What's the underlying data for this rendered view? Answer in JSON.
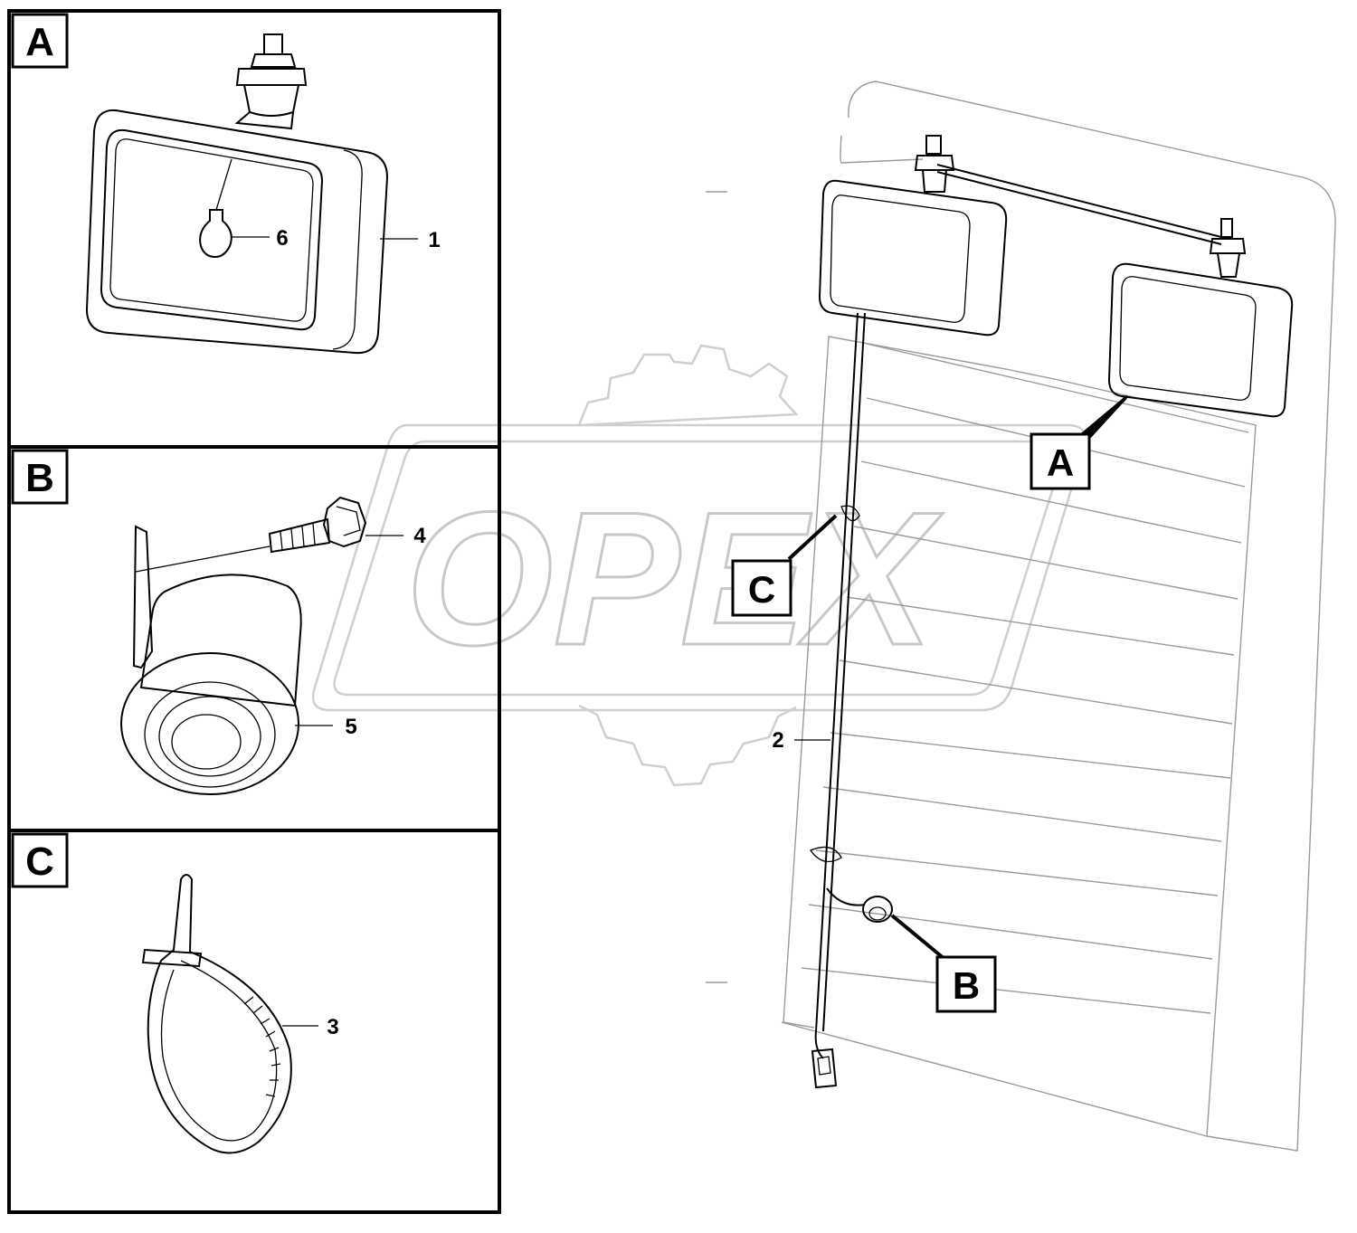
{
  "panels": {
    "a": {
      "label": "A"
    },
    "b": {
      "label": "B"
    },
    "c": {
      "label": "C"
    }
  },
  "callouts": {
    "a": "A",
    "b": "B",
    "c": "C"
  },
  "parts": {
    "p1": "1",
    "p2": "2",
    "p3": "3",
    "p4": "4",
    "p5": "5",
    "p6": "6"
  },
  "watermark": {
    "text": "OPEX",
    "color": "#c8c8c8"
  },
  "colors": {
    "line": "#000000",
    "background": "#ffffff"
  }
}
